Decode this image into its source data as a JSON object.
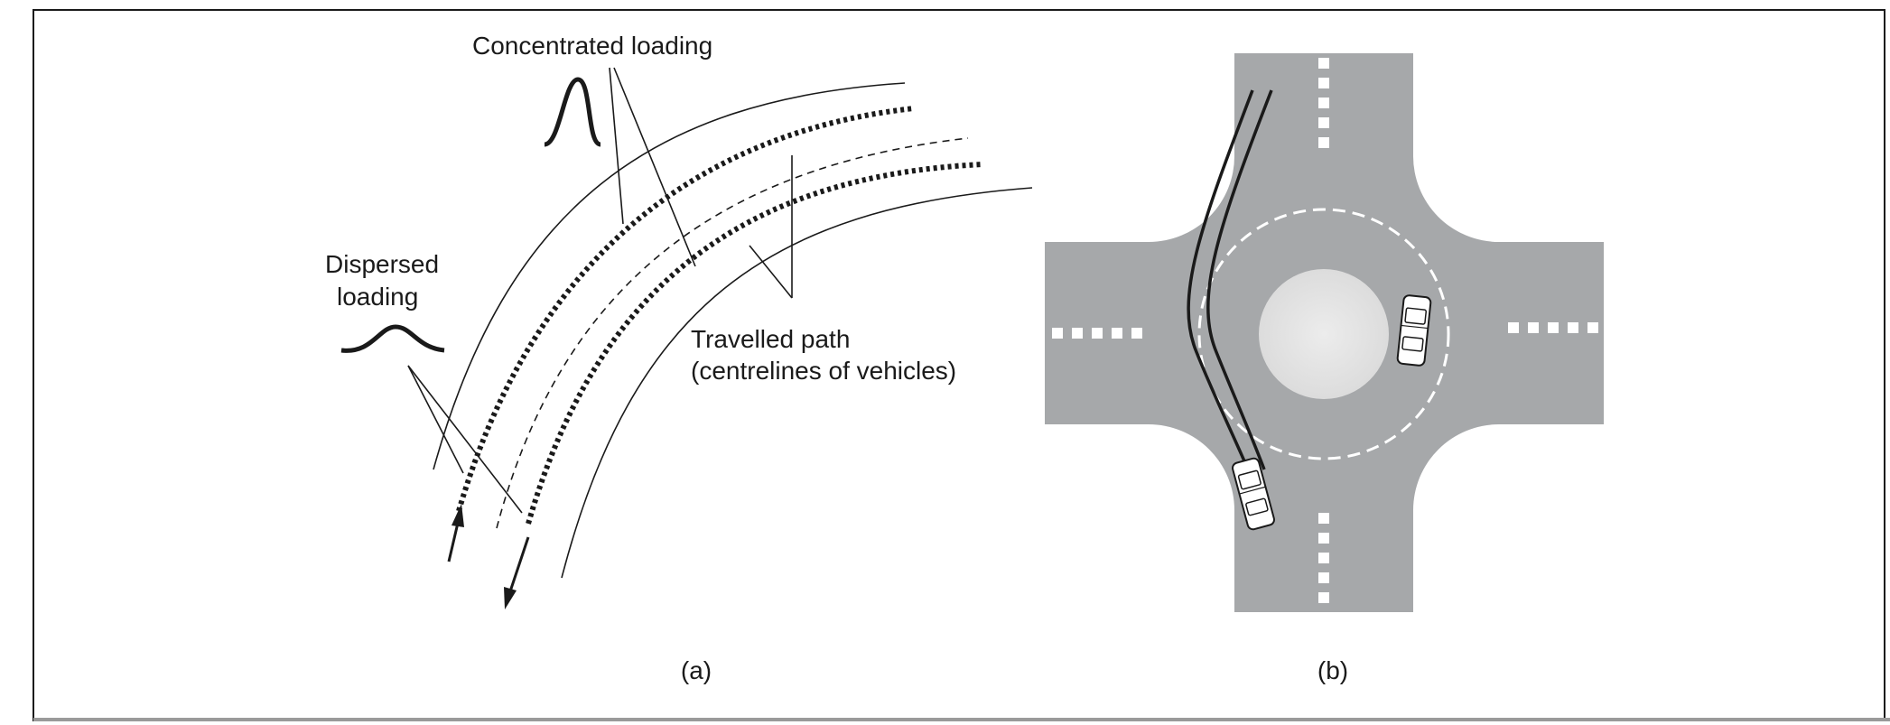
{
  "figure": {
    "panel_a": {
      "label_concentrated": "Concentrated loading",
      "label_dispersed_line1": "Dispersed",
      "label_dispersed_line2": "loading",
      "label_travelled_line1": "Travelled path",
      "label_travelled_line2": "(centrelines of vehicles)",
      "caption": "(a)"
    },
    "panel_b": {
      "caption": "(b)"
    }
  },
  "colors": {
    "road": "#a6a8aa",
    "island": "#e6e6e6",
    "ink": "#1a1a1a",
    "marking": "#ffffff"
  }
}
